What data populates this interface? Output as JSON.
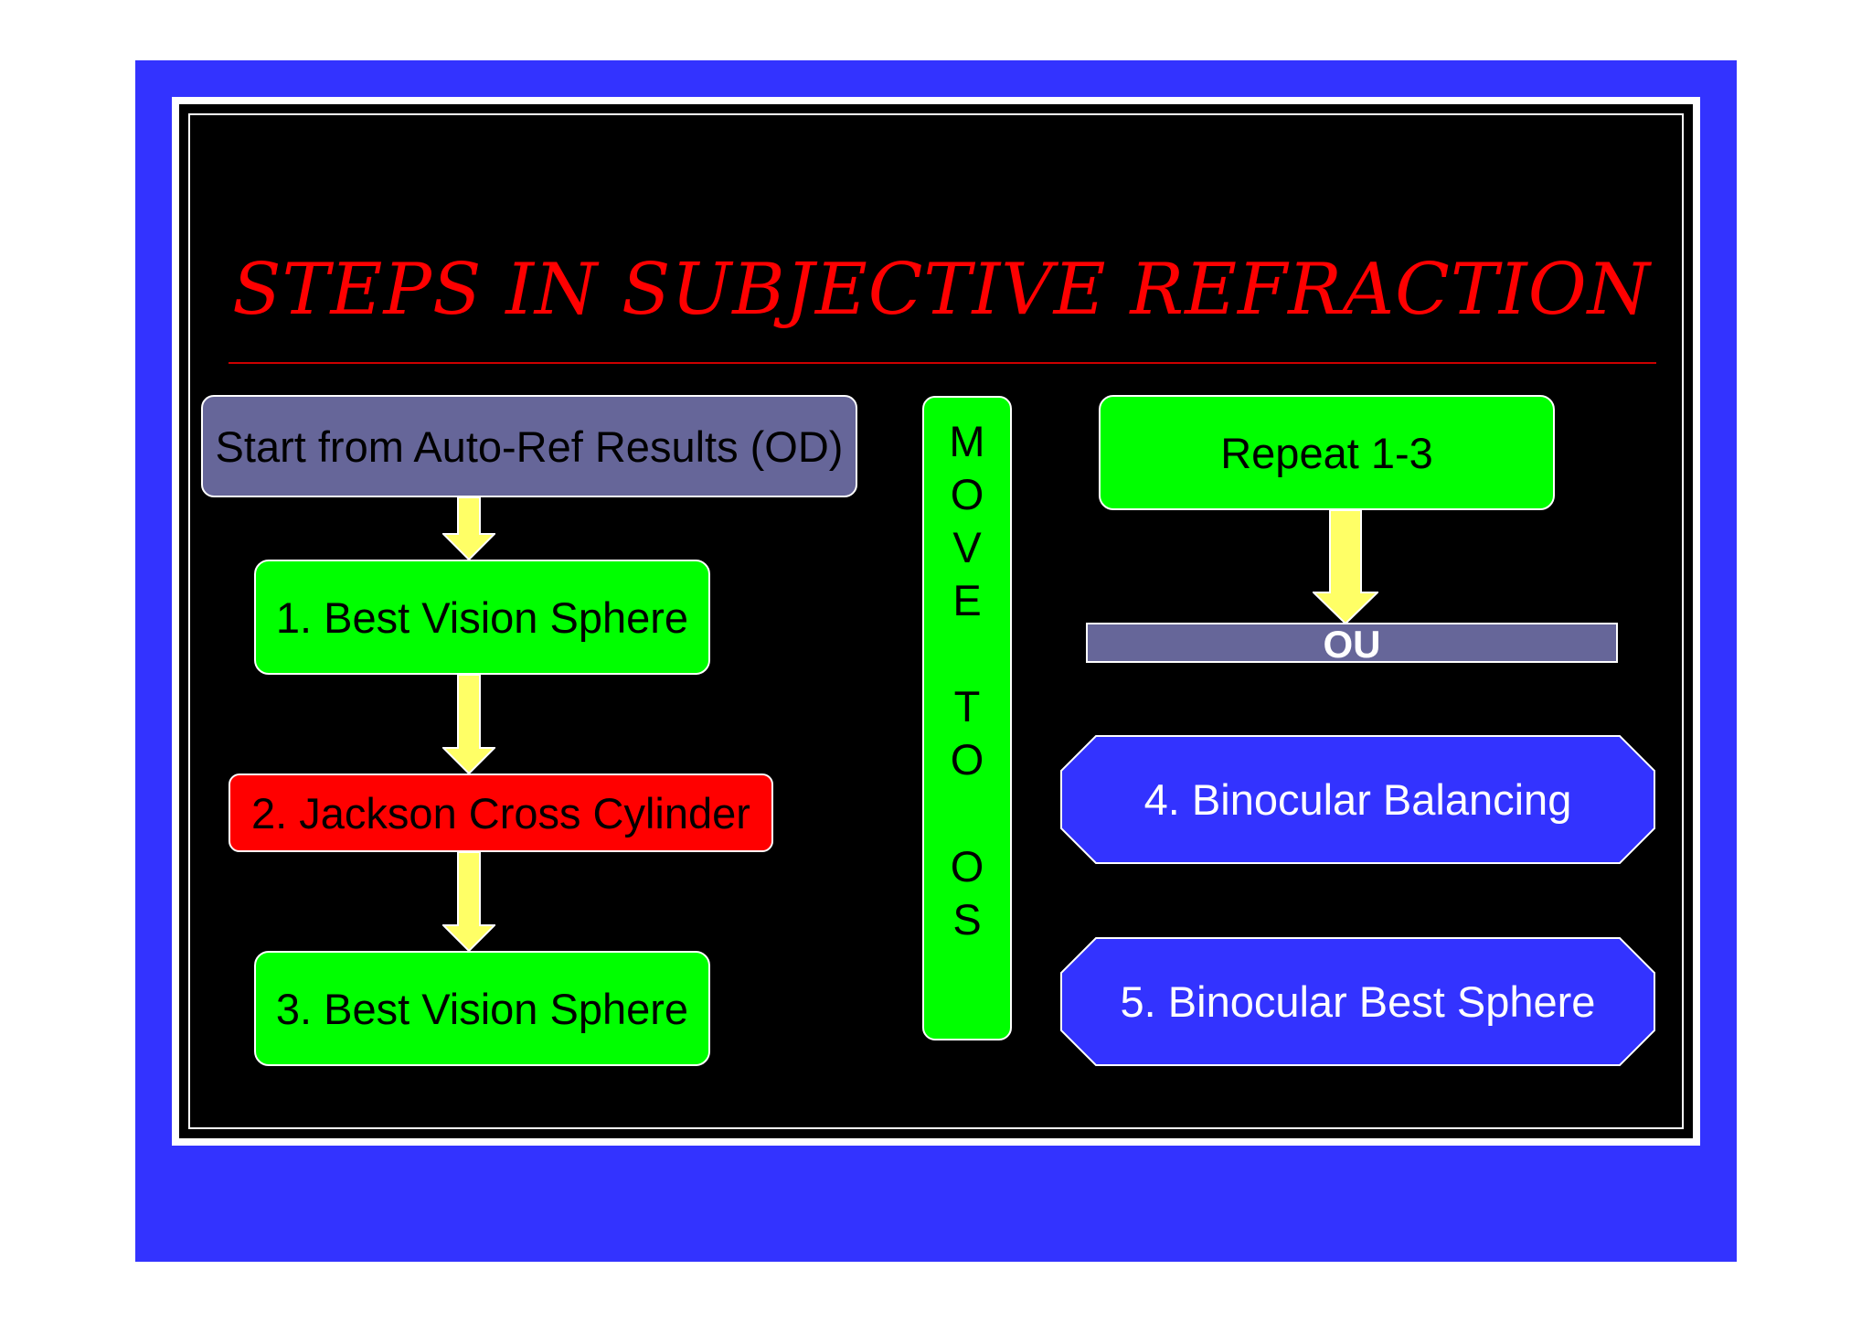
{
  "slide": {
    "title": "STEPS IN SUBJECTIVE REFRACTION",
    "colors": {
      "outer_frame": "#3333ff",
      "panel": "#000000",
      "title": "#ff0000",
      "green_box": "#00ff00",
      "red_box": "#ff0000",
      "slate_box": "#666699",
      "blue_box": "#3333ff",
      "arrow": "#ffff66"
    }
  },
  "left_flow": {
    "start": "Start from Auto-Ref Results (OD)",
    "step1": "1. Best Vision Sphere",
    "step2": "2. Jackson Cross Cylinder",
    "step3": "3. Best Vision Sphere"
  },
  "middle": {
    "move_letters": [
      "M",
      "O",
      "V",
      "E",
      "T",
      "O",
      "O",
      "S"
    ]
  },
  "right_flow": {
    "repeat": "Repeat 1-3",
    "ou": "OU",
    "step4": "4. Binocular Balancing",
    "step5": "5. Binocular Best Sphere"
  },
  "icons": {
    "arrow": "down-arrow-icon"
  }
}
